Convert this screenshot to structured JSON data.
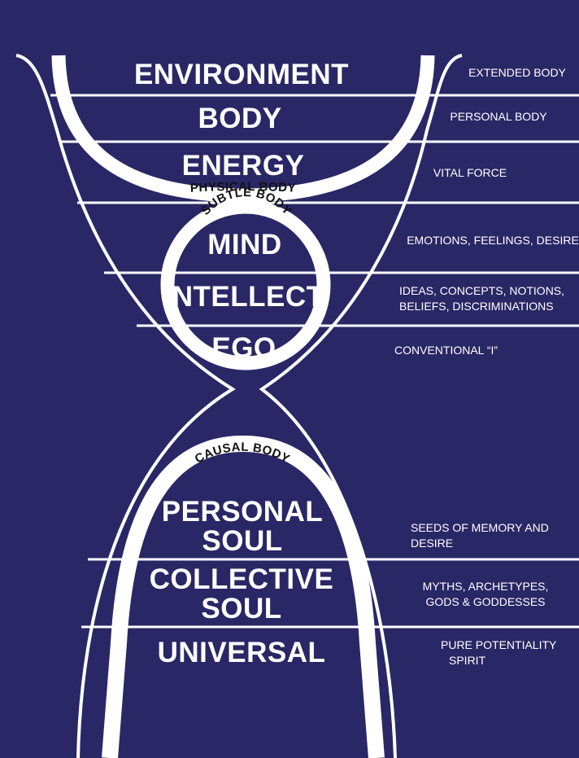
{
  "colors": {
    "background": "#2a2766",
    "lines": "#ffffff",
    "arc_label": "#111111"
  },
  "layers": [
    {
      "label": "ENVIRONMENT",
      "description": "EXTENDED BODY"
    },
    {
      "label": "BODY",
      "description": "PERSONAL BODY"
    },
    {
      "label": "ENERGY",
      "description": "VITAL FORCE"
    },
    {
      "label": "MIND",
      "description": "EMOTIONS, FEELINGS, DESIRE"
    },
    {
      "label": "INTELLECT",
      "description": "IDEAS, CONCEPTS, NOTIONS,",
      "description_2": "BELIEFS, DISCRIMINATIONS"
    },
    {
      "label": "EGO",
      "description": "CONVENTIONAL “I”"
    },
    {
      "label": "PERSONAL",
      "label_2": "SOUL",
      "description": "SEEDS OF MEMORY AND",
      "description_2": "DESIRE"
    },
    {
      "label": "COLLECTIVE",
      "label_2": "SOUL",
      "description": "MYTHS, ARCHETYPES,",
      "description_2": "GODS & GODDESSES"
    },
    {
      "label": "UNIVERSAL",
      "description": "PURE POTENTIALITY",
      "description_2": "SPIRIT"
    }
  ],
  "bodies": {
    "physical": "PHYSICAL BODY",
    "subtle": "SUBTLE BODY",
    "causal": "CAUSAL BODY"
  }
}
